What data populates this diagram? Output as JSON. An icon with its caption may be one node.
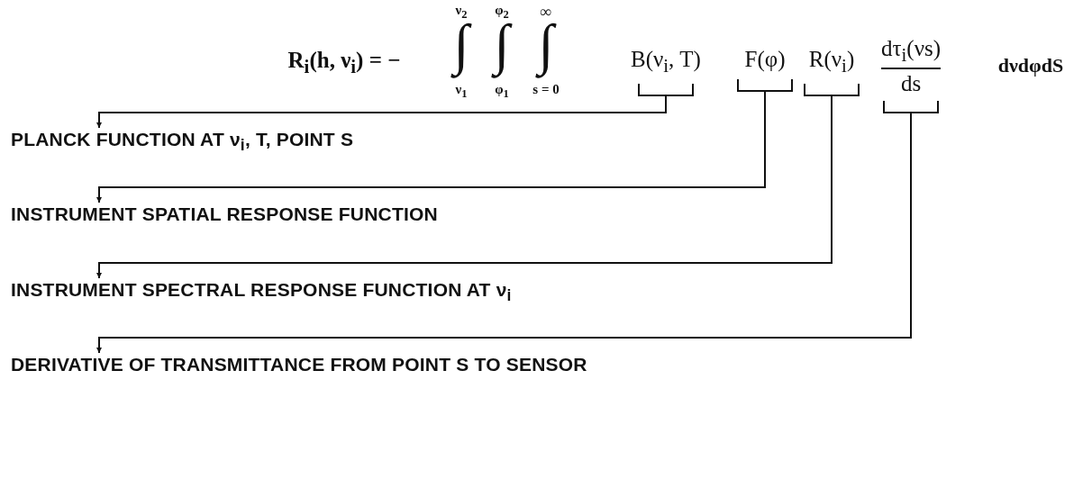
{
  "diagram": {
    "nodes": [
      {
        "text": [
          "B(ν$_{i}$, T)"
        ]
      },
      {
        "text": [
          "F(φ)"
        ]
      },
      {
        "text": [
          "R(ν$_{i}$)"
        ]
      },
      {
        "text": [
          "dτ$_{i}$(νs)",
          "ds"
        ]
      },
      {
        "text": [
          "PLANCK FUNCTION AT ν$_{i}$, T, POINT S"
        ]
      },
      {
        "text": [
          "INSTRUMENT SPATIAL RESPONSE FUNCTION"
        ]
      },
      {
        "text": [
          "INSTRUMENT SPECTRAL RESPONSE FUNCTION AT ν$_{i}$"
        ]
      },
      {
        "text": [
          "DERIVATIVE OF TRANSMITTANCE FROM POINT S TO SENSOR"
        ]
      }
    ],
    "edges": [
      {
        "from": 0,
        "to": 4,
        "arrow": "to"
      },
      {
        "from": 1,
        "to": 5,
        "arrow": "to"
      },
      {
        "from": 2,
        "to": 6,
        "arrow": "to"
      },
      {
        "from": 3,
        "to": 7,
        "arrow": "to"
      }
    ],
    "labels": [
      "ν$_{2}$",
      "φ$_{2}$",
      "∞",
      "R$_{i}$(h, ν$_{i}$) = −",
      "∫",
      "∫",
      "∫",
      "ν$_{1}$",
      "φ$_{1}$",
      "s = 0",
      "dνdφdS"
    ]
  }
}
